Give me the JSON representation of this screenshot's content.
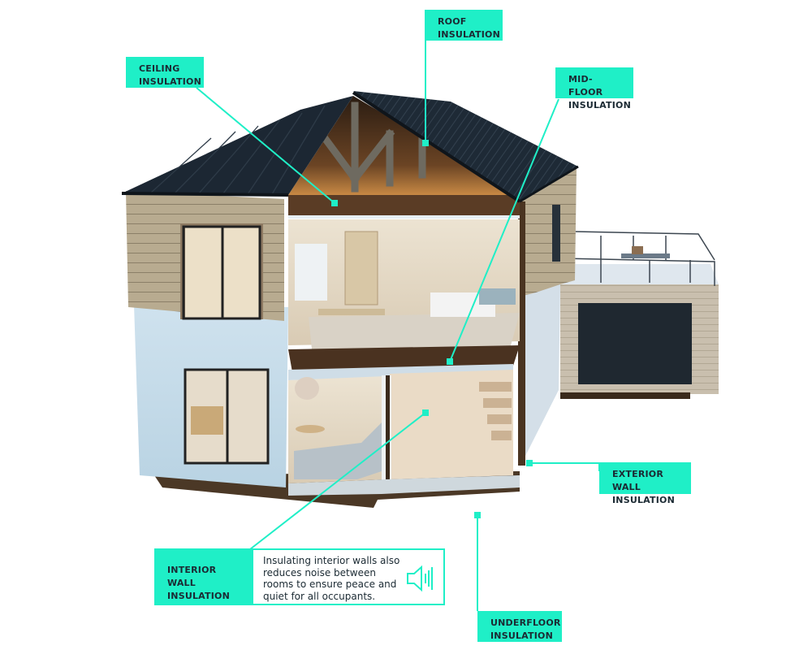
{
  "diagram": {
    "accent_color": "#1fefc7",
    "labels": [
      {
        "id": "roof",
        "line1": "ROOF",
        "line2": "INSULATION"
      },
      {
        "id": "ceiling",
        "line1": "CEILING",
        "line2": "INSULATION"
      },
      {
        "id": "mid_floor",
        "line1": "MID-FLOOR",
        "line2": "INSULATION"
      },
      {
        "id": "exterior_wall",
        "line1": "EXTERIOR WALL",
        "line2": "INSULATION"
      },
      {
        "id": "interior_wall",
        "line1": "INTERIOR WALL",
        "line2": "INSULATION"
      },
      {
        "id": "underfloor",
        "line1": "UNDERFLOOR",
        "line2": "INSULATION"
      }
    ],
    "interior_wall_note": "Insulating interior walls also reduces noise between rooms to ensure peace and quiet for all occupants.",
    "note_icon": "speaker-sound-icon"
  }
}
